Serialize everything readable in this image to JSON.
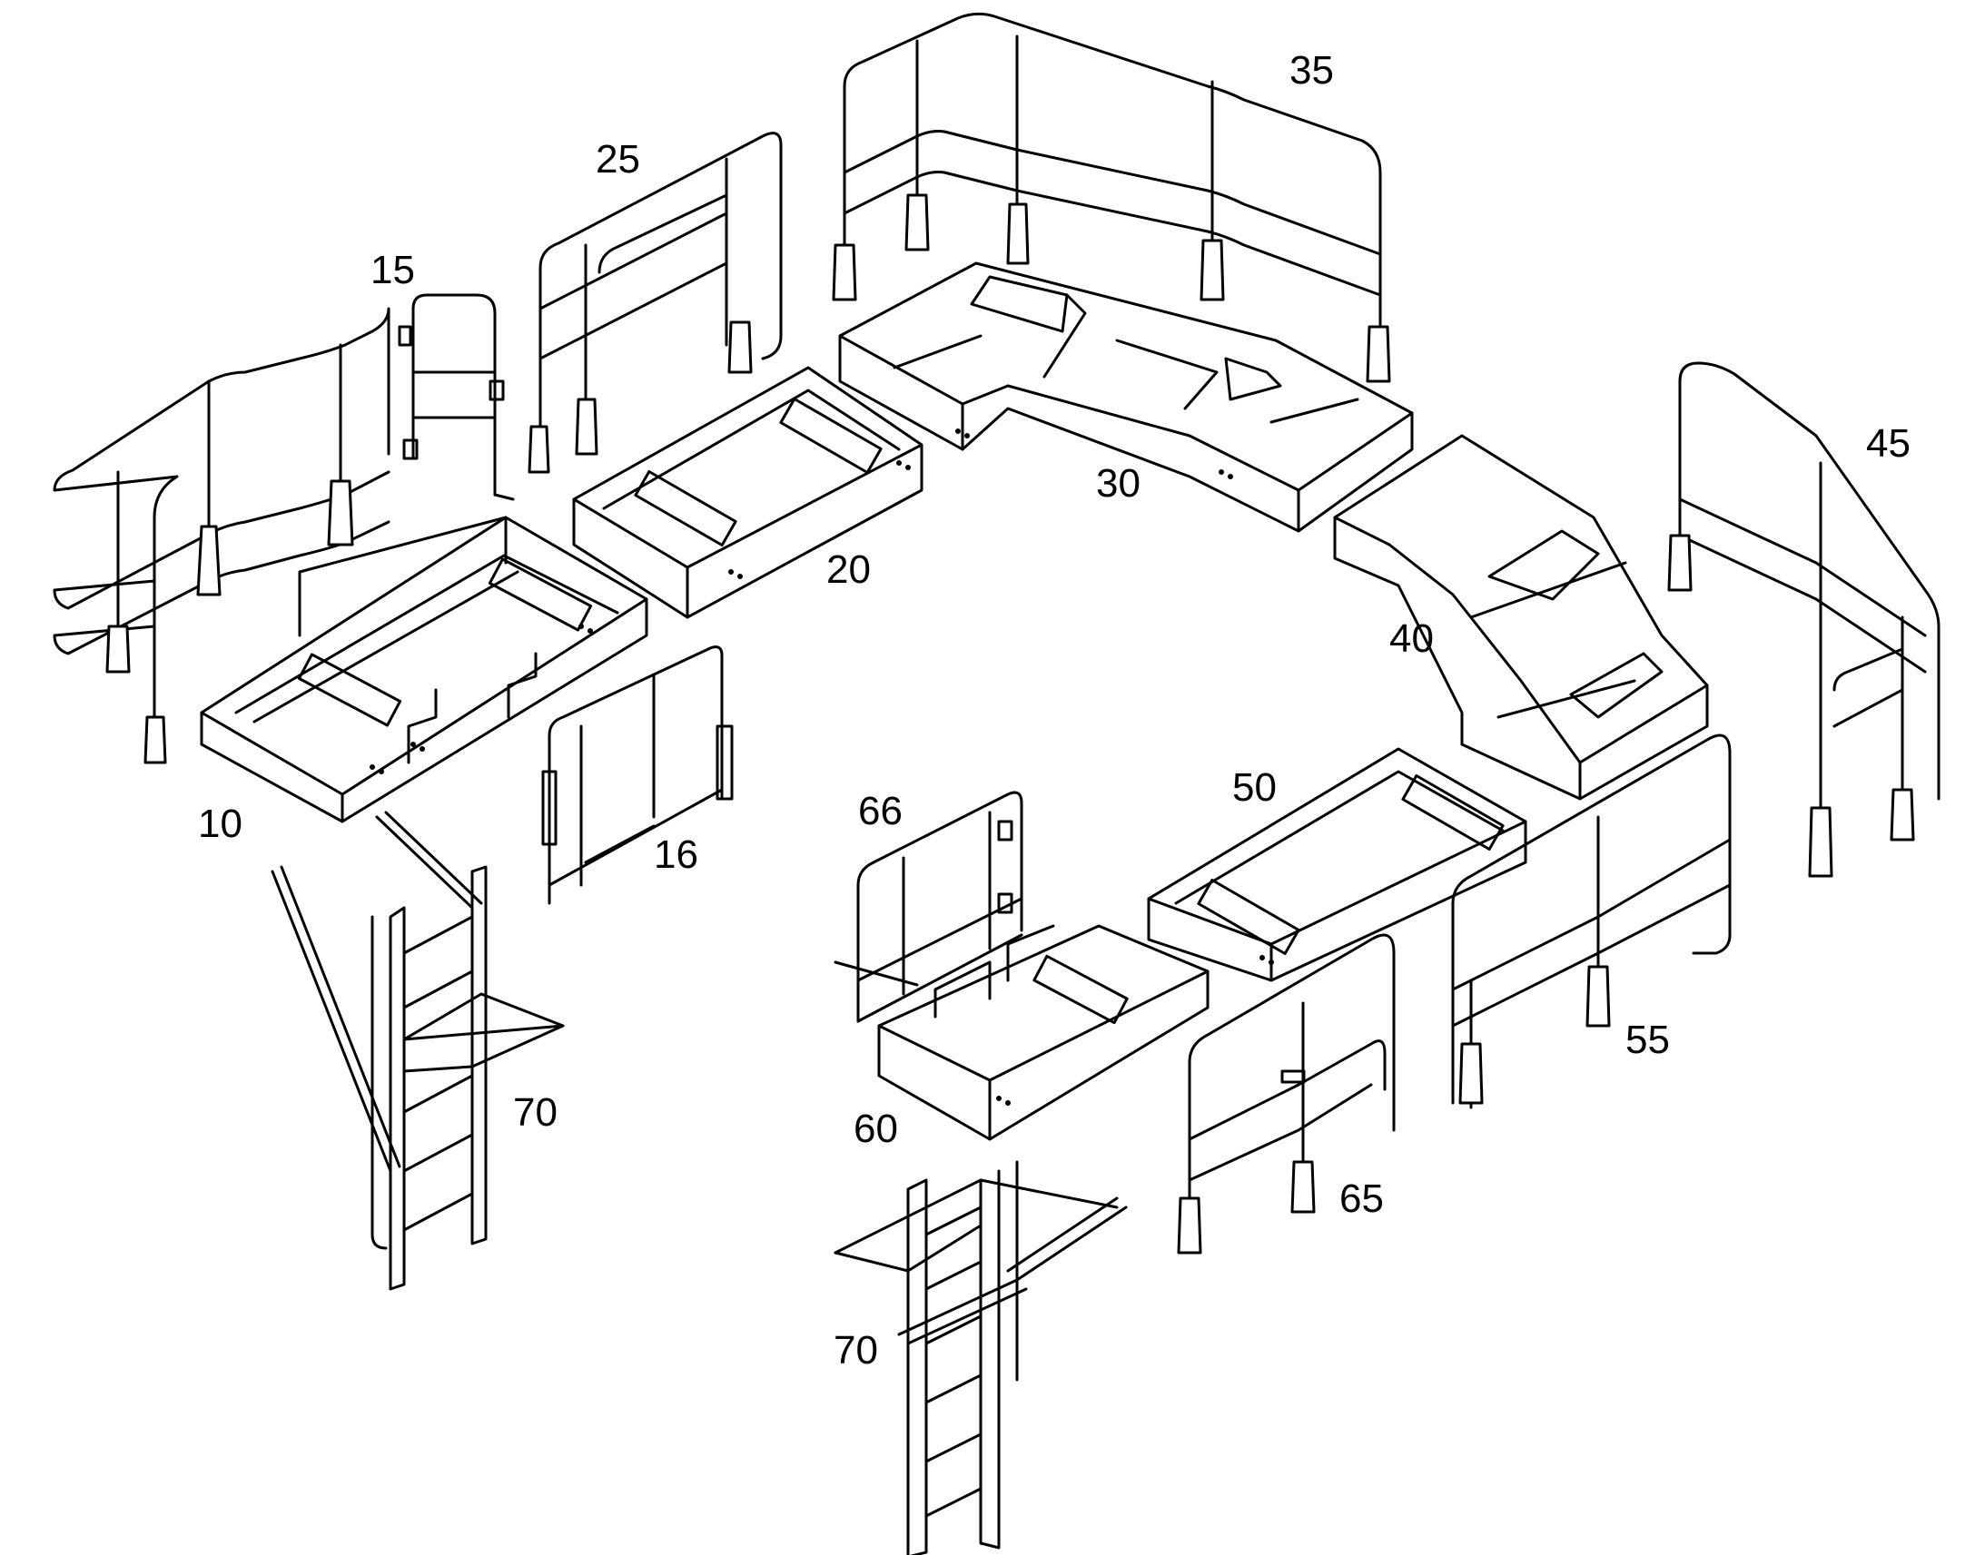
{
  "figure": {
    "callouts": {
      "c10": "10",
      "c15": "15",
      "c16": "16",
      "c20": "20",
      "c25": "25",
      "c30": "30",
      "c35": "35",
      "c40": "40",
      "c45": "45",
      "c50": "50",
      "c55": "55",
      "c60": "60",
      "c65": "65",
      "c66": "66",
      "c70a": "70",
      "c70b": "70"
    },
    "colors": {
      "line": "#000000",
      "background": "#ffffff"
    }
  }
}
